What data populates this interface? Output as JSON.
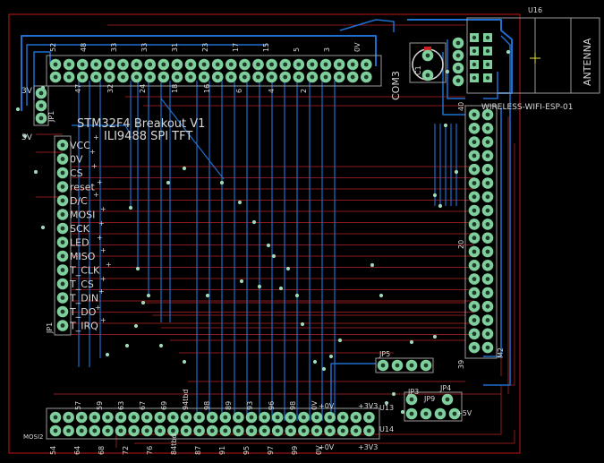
{
  "colors": {
    "background": "#000000",
    "bottom_trace": "#8b1a1a",
    "top_trace": "#1f6fd0",
    "pad": "#7fcf9c",
    "pad_hole": "#1e3a2a",
    "silkscreen": "#d8d8d8",
    "outline": "#9a9a9a",
    "board_edge": "#c01818",
    "accent_tab": "#e8a400"
  },
  "board": {
    "title_line1": "STM32F4 Breakout V1",
    "title_line2": "ILI9488 SPI TFT"
  },
  "module": {
    "ref": "U16",
    "antenna": "ANTENNA",
    "name": "WIRELESS-WIFI-ESP-01",
    "com_label": "COM3",
    "cap_label": "C1"
  },
  "connectors": {
    "power_header_label": "JP1",
    "lcd_header_label": "JP1",
    "left_3v_label": "3V",
    "left_5v_label": "5V",
    "right_header_label": "M2",
    "bottom_right_labels": [
      "U13",
      "U14",
      "JP5",
      "JP3",
      "JP4",
      "JP9"
    ],
    "bottom_left_label": "MOSI2",
    "bottom_right_power": [
      "+3V3",
      "+3V3",
      "+0V",
      "+0V",
      "+5V"
    ]
  },
  "lcd_pins": [
    "VCC",
    "0V",
    "CS",
    "reset",
    "D/C",
    "MOSI",
    "SCK",
    "LED",
    "MISO",
    "T_CLK",
    "T_CS",
    "T_DIN",
    "T_DO",
    "T_IRQ"
  ],
  "top_header_labels": [
    "52",
    "48",
    "33",
    "33",
    "31",
    "23",
    "17",
    "15",
    "5",
    "3",
    "0V"
  ],
  "top_header_lower_labels": [
    "47",
    "32",
    "24",
    "18",
    "16",
    "6",
    "4",
    "2"
  ],
  "bottom_header_labels": [
    "57",
    "59",
    "63",
    "67",
    "69",
    "94tbd",
    "98",
    "89",
    "93",
    "96",
    "98",
    "0V"
  ],
  "bottom_header_lower_labels": [
    "54",
    "64",
    "68",
    "72",
    "76",
    "84tbd",
    "87",
    "91",
    "95",
    "97",
    "99",
    "0V"
  ],
  "right_header_labels": [
    "40",
    "20",
    "39"
  ]
}
